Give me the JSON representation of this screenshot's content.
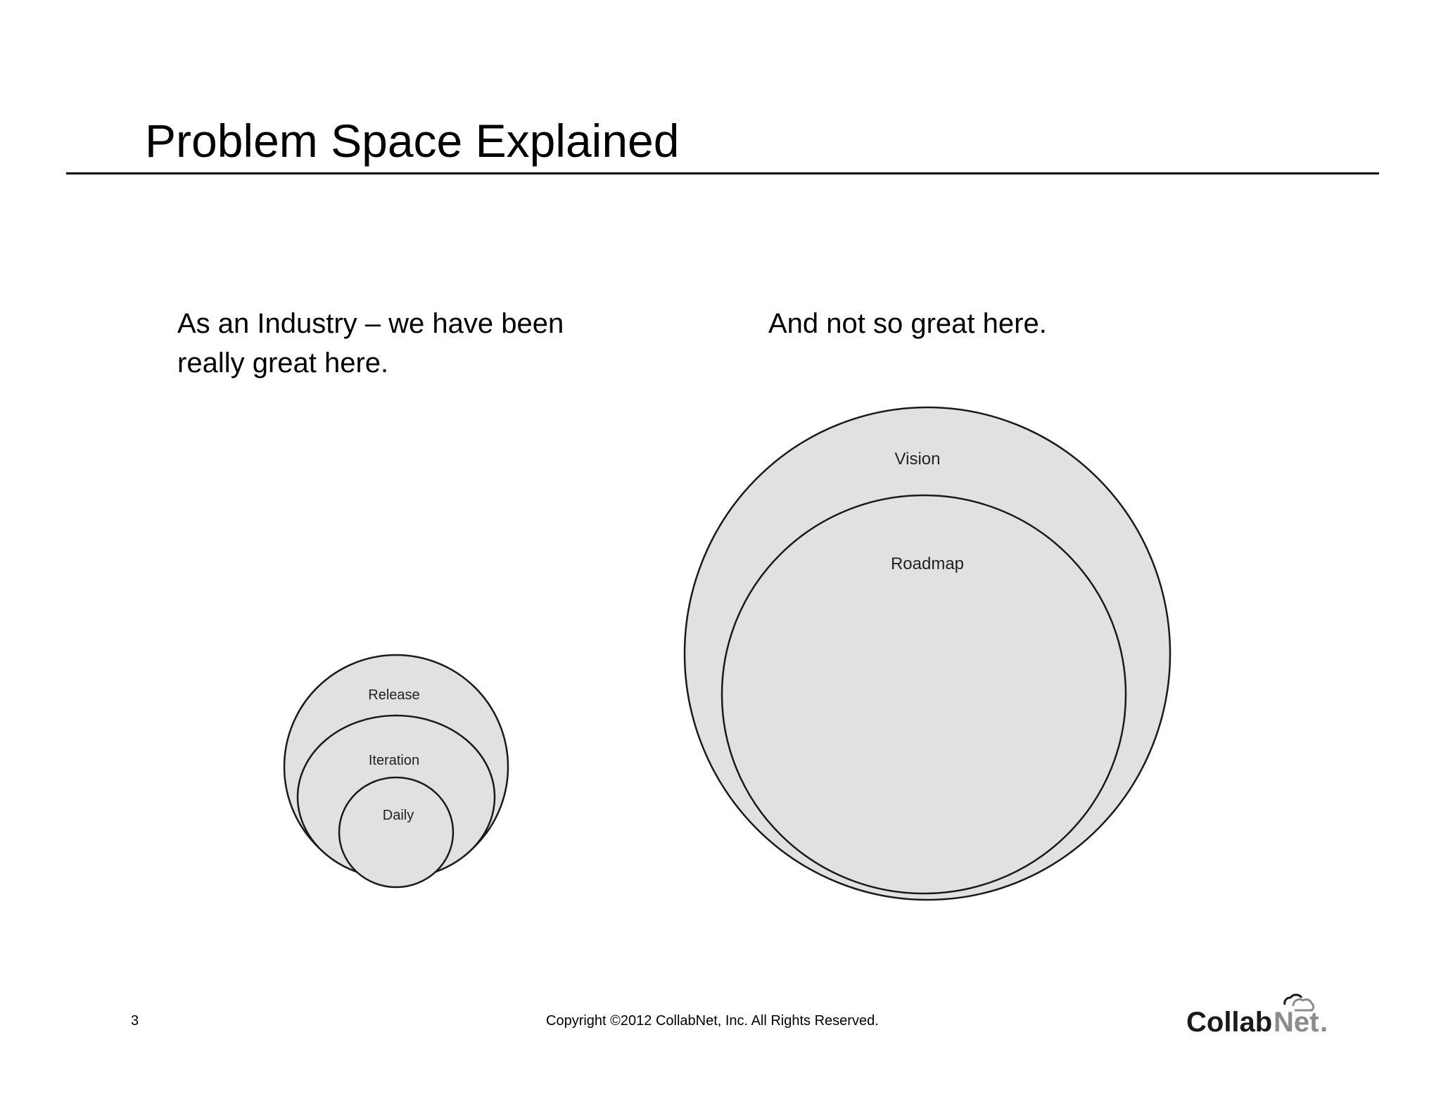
{
  "slide": {
    "title": "Problem Space Explained",
    "caption_left": "As an Industry – we have been really great here.",
    "caption_right": "And not so great here."
  },
  "left_diagram": {
    "outer_label": "Release",
    "middle_label": "Iteration",
    "inner_label": "Daily"
  },
  "right_diagram": {
    "outer_label": "Vision",
    "inner_label": "Roadmap"
  },
  "footer": {
    "page_number": "3",
    "copyright": "Copyright ©2012 CollabNet, Inc.  All Rights Reserved."
  },
  "logo": {
    "text_part1": "Collab",
    "text_part2": "Net",
    "dot": ".",
    "color_dark": "#1a1a1a",
    "color_light": "#8c8c8c"
  },
  "colors": {
    "circle_fill": "#e1e1e1",
    "circle_stroke": "#1a1a1a"
  }
}
